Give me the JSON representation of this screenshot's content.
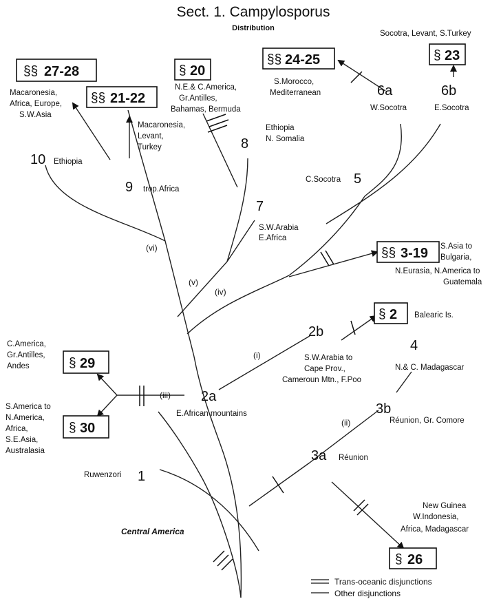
{
  "title": "Sect. 1. Campylosporus",
  "subtitle": "Distribution",
  "section_symbol": "§",
  "nodes": [
    {
      "label": "1",
      "place": "Ruwenzori"
    },
    {
      "label": "2a",
      "place": "E.African mountains"
    },
    {
      "label": "2b",
      "place_lines": [
        "S.W.Arabia to",
        "Cape Prov.,",
        "Cameroun Mtn., F.Poo"
      ]
    },
    {
      "label": "3a",
      "place": "Réunion"
    },
    {
      "label": "3b",
      "place": "Réunion, Gr. Comore"
    },
    {
      "label": "4",
      "place": "N.& C. Madagascar"
    },
    {
      "label": "5",
      "place": "C.Socotra"
    },
    {
      "label": "6a",
      "place": "W.Socotra"
    },
    {
      "label": "6b",
      "place": "E.Socotra"
    },
    {
      "label": "7",
      "place_lines": [
        "S.W.Arabia",
        "E.Africa"
      ]
    },
    {
      "label": "8",
      "place_lines": [
        "Ethiopia",
        "N. Somalia"
      ]
    },
    {
      "label": "9",
      "place": "trop.Africa"
    },
    {
      "label": "10",
      "place": "Ethiopia"
    }
  ],
  "branches": [
    "(i)",
    "(ii)",
    "(iii)",
    "(iv)",
    "(v)",
    "(vi)"
  ],
  "sections": [
    {
      "marks": "§§",
      "range": "27-28",
      "lines": [
        "Macaronesia,",
        "Africa, Europe,",
        "S.W.Asia"
      ]
    },
    {
      "marks": "§§",
      "range": "21-22",
      "lines": [
        "Macaronesia,",
        "Levant,",
        "Turkey"
      ]
    },
    {
      "marks": "§",
      "range": "20",
      "lines": [
        "N.E.& C.America,",
        "Gr.Antilles,",
        "Bahamas, Bermuda"
      ]
    },
    {
      "marks": "§§",
      "range": "24-25",
      "lines": [
        "S.Morocco,",
        "Mediterranean"
      ]
    },
    {
      "marks": "§",
      "range": "23",
      "lines": [
        "Socotra, Levant, S.Turkey"
      ]
    },
    {
      "marks": "§§",
      "range": "3-19",
      "lines": [
        "S.Asia to",
        "Bulgaria,",
        "N.Eurasia, N.America to",
        "Guatemala"
      ]
    },
    {
      "marks": "§",
      "range": "2",
      "lines": [
        "Balearic Is."
      ]
    },
    {
      "marks": "§",
      "range": "29",
      "lines": [
        "C.America,",
        "Gr.Antilles,",
        "Andes"
      ]
    },
    {
      "marks": "§",
      "range": "30",
      "lines": [
        "S.America to",
        "N.America,",
        "Africa,",
        "S.E.Asia,",
        "Australasia"
      ]
    },
    {
      "marks": "§",
      "range": "26",
      "lines": [
        "New Guinea",
        "W.Indonesia,",
        "Africa, Madagascar"
      ]
    }
  ],
  "root_label": "Central America",
  "legend": {
    "trans_oceanic": "Trans-oceanic disjunctions",
    "other": "Other disjunctions"
  }
}
